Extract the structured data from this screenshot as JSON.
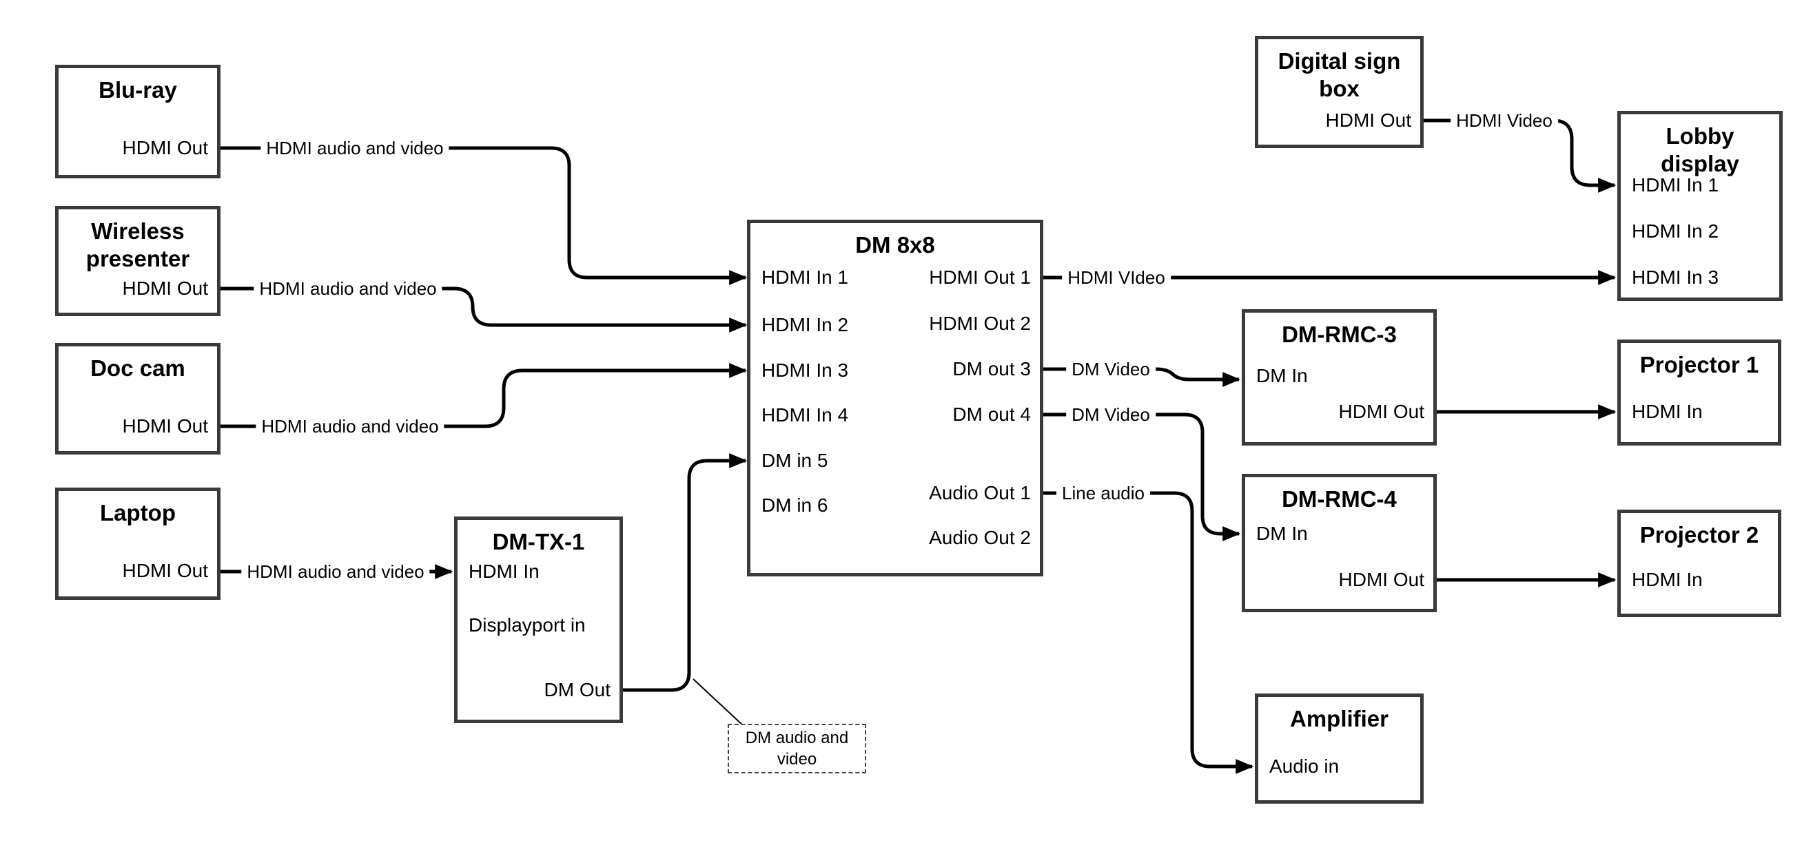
{
  "colors": {
    "line": "#000000",
    "box-border": "#3a3a3a",
    "text": "#000000",
    "bg": "#ffffff"
  },
  "diagram": {
    "nodes": {
      "bluray": {
        "title": "Blu-ray",
        "ports": {
          "out": "HDMI Out"
        }
      },
      "wireless": {
        "title": "Wireless presenter",
        "ports": {
          "out": "HDMI Out"
        }
      },
      "doccam": {
        "title": "Doc cam",
        "ports": {
          "out": "HDMI Out"
        }
      },
      "laptop": {
        "title": "Laptop",
        "ports": {
          "out": "HDMI Out"
        }
      },
      "dmtx1": {
        "title": "DM-TX-1",
        "ports": {
          "hdmi_in": "HDMI In",
          "dp_in": "Displayport in",
          "dm_out": "DM Out"
        }
      },
      "dm8x8": {
        "title": "DM 8x8",
        "inputs": [
          "HDMI In 1",
          "HDMI In 2",
          "HDMI In 3",
          "HDMI In 4",
          "DM in 5",
          "DM in 6"
        ],
        "outputs": [
          "HDMI Out 1",
          "HDMI Out 2",
          "DM out 3",
          "DM out 4",
          "Audio Out 1",
          "Audio Out 2"
        ]
      },
      "digsign": {
        "title": "Digital sign box",
        "ports": {
          "out": "HDMI Out"
        }
      },
      "lobby": {
        "title": "Lobby display",
        "inputs": [
          "HDMI In 1",
          "HDMI In 2",
          "HDMI In 3"
        ]
      },
      "rmc3": {
        "title": "DM-RMC-3",
        "ports": {
          "dm_in": "DM In",
          "hdmi_out": "HDMI Out"
        }
      },
      "proj1": {
        "title": "Projector 1",
        "ports": {
          "hdmi_in": "HDMI In"
        }
      },
      "rmc4": {
        "title": "DM-RMC-4",
        "ports": {
          "dm_in": "DM In",
          "hdmi_out": "HDMI Out"
        }
      },
      "proj2": {
        "title": "Projector 2",
        "ports": {
          "hdmi_in": "HDMI In"
        }
      },
      "amp": {
        "title": "Amplifier",
        "ports": {
          "audio_in": "Audio in"
        }
      }
    },
    "connection_labels": {
      "bluray_dm": "HDMI audio and video",
      "wireless_dm": "HDMI audio and video",
      "doccam_dm": "HDMI audio and video",
      "laptop_tx": "HDMI audio and video",
      "dm_lobby": "HDMI VIdeo",
      "digsign_lobby": "HDMI Video",
      "dm_rmc3": "DM Video",
      "dm_rmc4": "DM Video",
      "dm_amp": "Line audio"
    },
    "note": "DM audio and video"
  }
}
